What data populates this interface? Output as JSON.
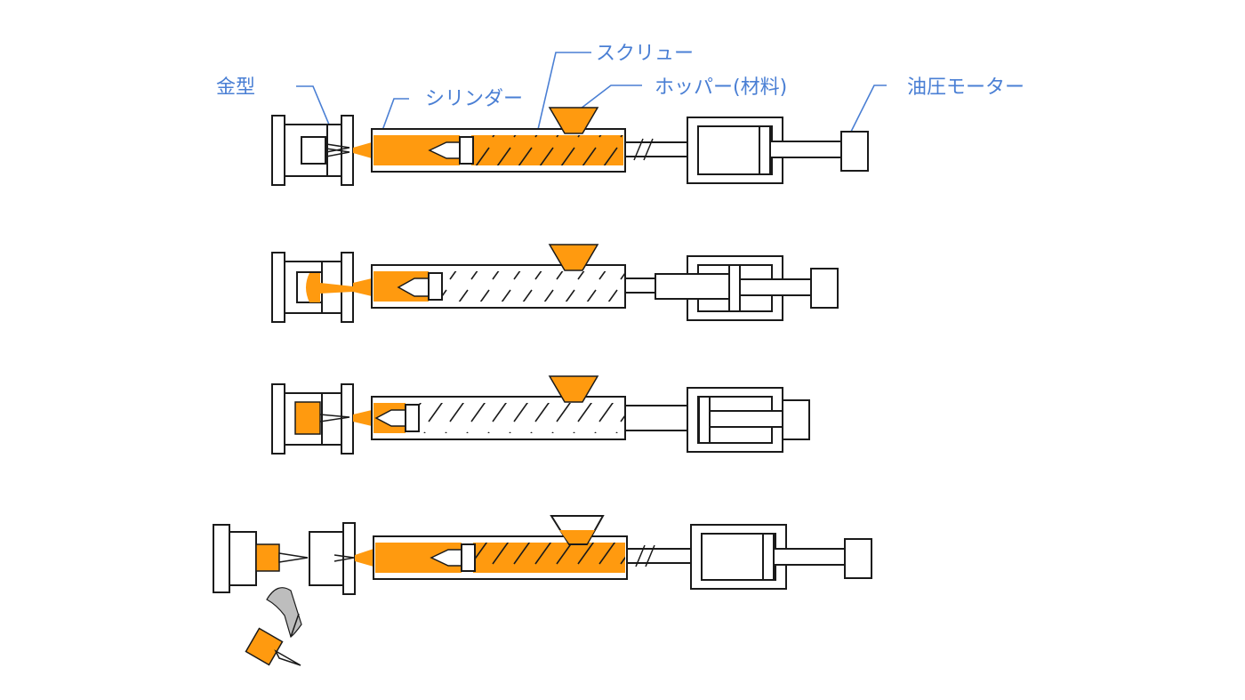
{
  "labels": {
    "mold": "金型",
    "cylinder": "シリンダー",
    "screw": "スクリュー",
    "hopper": "ホッパー(材料)",
    "motor": "油圧モーター"
  },
  "colors": {
    "material": "#ff9a0f",
    "label": "#4a7fd4",
    "outline": "#1a1a1a"
  }
}
